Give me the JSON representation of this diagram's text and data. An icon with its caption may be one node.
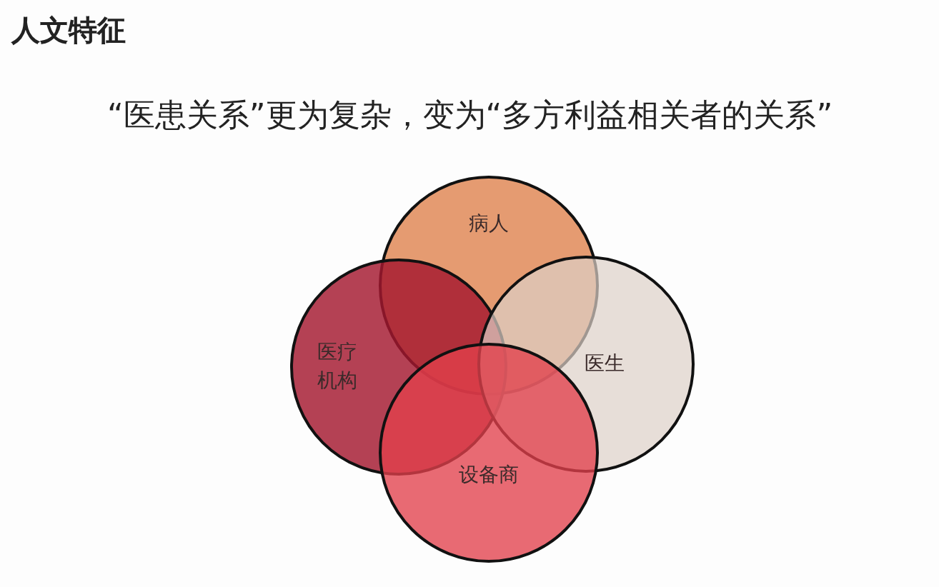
{
  "diagram": {
    "title": "人文特征",
    "nodes": [
      {
        "text": [
          "病人"
        ]
      },
      {
        "text": [
          "医疗机构"
        ]
      },
      {
        "text": [
          "医生"
        ]
      },
      {
        "text": [
          "设备商"
        ]
      }
    ],
    "labels": [
      "“医患关系”更为复杂，变为“多方利益相关者的关系”"
    ]
  }
}
